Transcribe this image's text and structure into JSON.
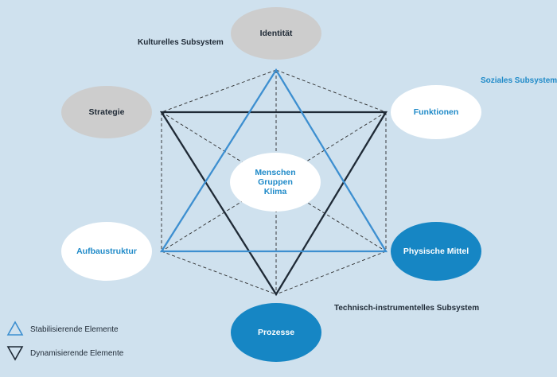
{
  "colors": {
    "background": "#cfe1ee",
    "blue": "#3d8fd0",
    "dark": "#1f2a36",
    "grey_fill": "#cdcdcd",
    "blue_fill": "#1686c4",
    "white": "#ffffff"
  },
  "nodes": {
    "identitaet": "Identität",
    "strategie": "Strategie",
    "funktionen": "Funktionen",
    "aufbaustruktur": "Aufbaustruktur",
    "physische_mittel": "Physische Mittel",
    "prozesse": "Prozesse",
    "center": [
      "Menschen",
      "Gruppen",
      "Klima"
    ]
  },
  "subsystems": {
    "kulturell": "Kulturelles Subsystem",
    "sozial": "Soziales Subsystem",
    "technisch": "Technisch-instrumentelles Subsystem"
  },
  "legend": {
    "stabilisierend": "Stabilisierende Elemente",
    "dynamisierend": "Dynamisierende Elemente"
  }
}
